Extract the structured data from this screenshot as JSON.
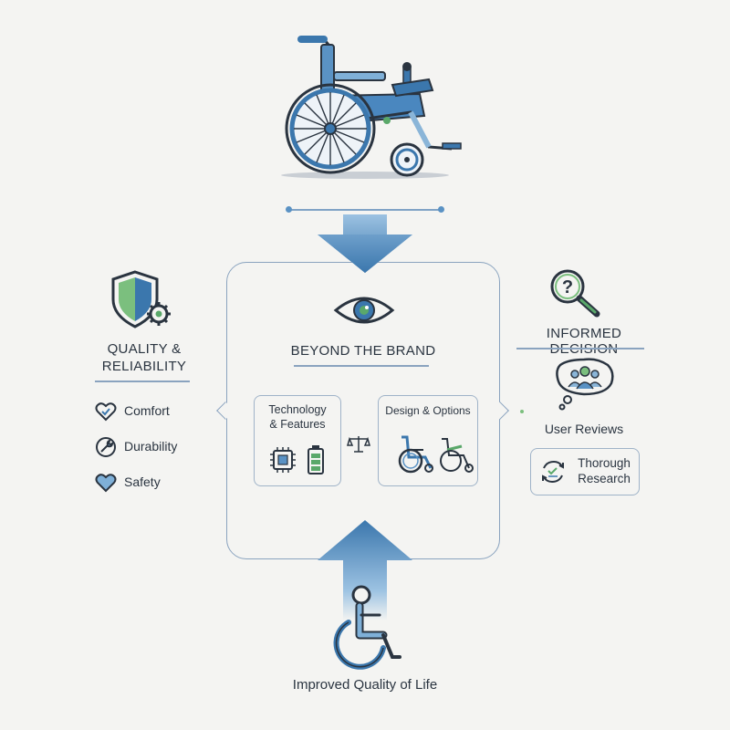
{
  "center": {
    "title": "BEYOND THE BRAND",
    "card_left": {
      "line1": "Technology",
      "line2": "& Features"
    },
    "card_right": {
      "label": "Design & Options"
    }
  },
  "left_panel": {
    "title_line1": "QUALITY &",
    "title_line2": "RELIABILITY",
    "items": [
      {
        "label": "Comfort",
        "icon": "heart-check-icon"
      },
      {
        "label": "Durability",
        "icon": "wrench-icon"
      },
      {
        "label": "Safety",
        "icon": "heart-icon"
      }
    ]
  },
  "right_panel": {
    "title": "INFORMED DECISION",
    "reviews_label": "User Reviews",
    "research": {
      "line1": "Thorough",
      "line2": "Research"
    }
  },
  "bottom": {
    "label": "Improved Quality of Life"
  },
  "colors": {
    "primary": "#3b77ad",
    "light_blue": "#8ab5d8",
    "accent_green": "#5aa86a",
    "dark": "#2a3440",
    "frame": "#8aa3bf"
  }
}
